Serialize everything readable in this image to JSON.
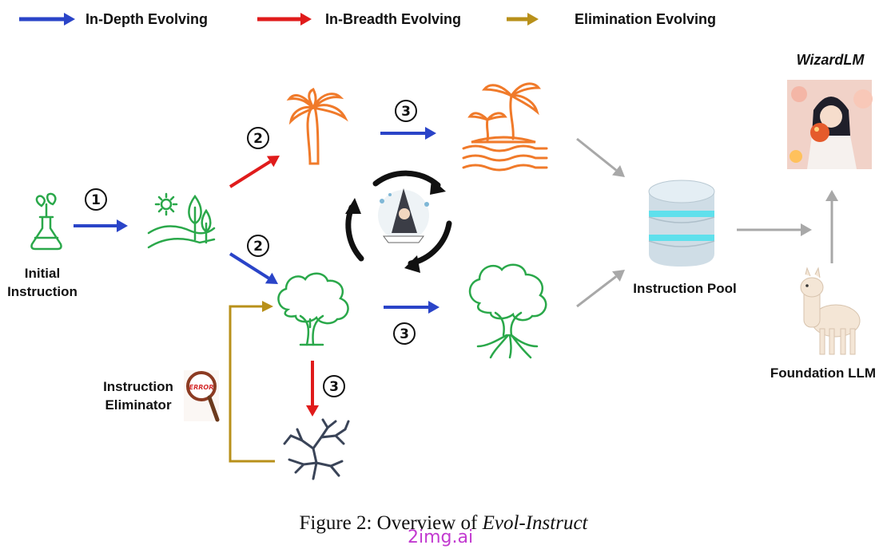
{
  "legend": [
    {
      "label": "In-Depth Evolving",
      "color": "#2a44c8"
    },
    {
      "label": "In-Breadth Evolving",
      "color": "#e01b1b"
    },
    {
      "label": "Elimination Evolving",
      "color": "#b8901a"
    }
  ],
  "labels": {
    "initial_instruction_1": "Initial",
    "initial_instruction_2": "Instruction",
    "instruction_eliminator_1": "Instruction",
    "instruction_eliminator_2": "Eliminator",
    "instruction_pool": "Instruction Pool",
    "foundation_llm": "Foundation LLM",
    "wizardlm": "WizardLM"
  },
  "badge_icon_text": "ERROR",
  "steps": [
    "①",
    "②",
    "②",
    "③",
    "③",
    "③"
  ],
  "caption": {
    "prefix": "Figure 2: Overview of ",
    "emphasis": "Evol-Instruct"
  },
  "watermark": "2img.ai",
  "colors": {
    "orange": "#f07a2a",
    "green": "#2aa84a",
    "gray": "#a8a8a8",
    "dark_tree": "#3a4458"
  }
}
